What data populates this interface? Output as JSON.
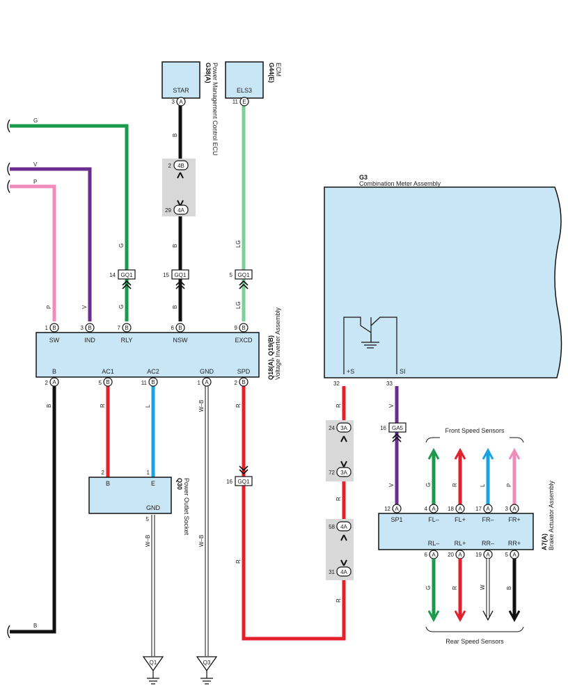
{
  "components": {
    "power_mgmt_ecu": {
      "ref": "G38(A)",
      "name": "Power Management Control ECU",
      "terminal": "STAR",
      "pin": "3",
      "conn": "A"
    },
    "ecm": {
      "ref": "G44(E)",
      "name": "ECM",
      "terminal": "ELS3",
      "pin": "11",
      "conn": "E"
    },
    "combination_meter": {
      "ref": "G3",
      "name": "Combination Meter Assembly",
      "pins": [
        {
          "num": "32",
          "label": "+S"
        },
        {
          "num": "33",
          "label": "SI"
        }
      ]
    },
    "voltage_inverter": {
      "ref": "Q18(A), Q19(B)",
      "name": "Voltage Inverter Assembly",
      "top_pins": [
        {
          "num": "1",
          "conn": "B",
          "label": "SW"
        },
        {
          "num": "3",
          "conn": "B",
          "label": "IND"
        },
        {
          "num": "7",
          "conn": "B",
          "label": "RLY"
        },
        {
          "num": "6",
          "conn": "B",
          "label": "NSW"
        },
        {
          "num": "9",
          "conn": "B",
          "label": "EXCD"
        }
      ],
      "bottom_pins": [
        {
          "num": "2",
          "conn": "A",
          "label": "B"
        },
        {
          "num": "5",
          "conn": "B",
          "label": "AC1"
        },
        {
          "num": "11",
          "conn": "B",
          "label": "AC2"
        },
        {
          "num": "1",
          "conn": "A",
          "label": "GND"
        },
        {
          "num": "2",
          "conn": "B",
          "label": "SPD"
        }
      ]
    },
    "power_outlet": {
      "ref": "Q30",
      "name": "Power Outlet Socket",
      "pins": [
        {
          "num": "2",
          "label": "B"
        },
        {
          "num": "1",
          "label": "E"
        },
        {
          "num": "5",
          "label": "GND"
        }
      ]
    },
    "brake_actuator": {
      "ref": "A7(A)",
      "name": "Brake Actuator Assembly",
      "top_pins": [
        {
          "num": "12",
          "conn": "A",
          "label": "SP1"
        },
        {
          "num": "4",
          "conn": "A",
          "label": "FL–"
        },
        {
          "num": "18",
          "conn": "A",
          "label": "FL+"
        },
        {
          "num": "17",
          "conn": "A",
          "label": "FR–"
        },
        {
          "num": "3",
          "conn": "A",
          "label": "FR+"
        }
      ],
      "bottom_pins": [
        {
          "num": "6",
          "conn": "A",
          "label": "RL–"
        },
        {
          "num": "20",
          "conn": "A",
          "label": "RL+"
        },
        {
          "num": "19",
          "conn": "A",
          "label": "RR–"
        },
        {
          "num": "5",
          "conn": "A",
          "label": "RR+"
        }
      ]
    }
  },
  "junctions": {
    "j4b": {
      "num": "2",
      "tag": "4B"
    },
    "j4a": {
      "num": "29",
      "tag": "4A"
    },
    "j3a_top": {
      "num": "24",
      "tag": "3A"
    },
    "j3a_bot": {
      "num": "72",
      "tag": "3A"
    },
    "j4a_top": {
      "num": "58",
      "tag": "4A"
    },
    "j4a_bot": {
      "num": "31",
      "tag": "4A"
    }
  },
  "connectors": {
    "gq1_g": {
      "num": "14",
      "label": "GQ1"
    },
    "gq1_b": {
      "num": "15",
      "label": "GQ1"
    },
    "gq1_lg": {
      "num": "5",
      "label": "GQ1"
    },
    "gq1_spd": {
      "num": "16",
      "label": "GQ1"
    },
    "ga5": {
      "num": "16",
      "label": "GA5"
    }
  },
  "wire_labels": {
    "g": "G",
    "v": "V",
    "p": "P",
    "b": "B",
    "lg": "LG",
    "r": "R",
    "l": "L",
    "wb": "W–B",
    "w": "W"
  },
  "grounds": [
    "Q1",
    "Q3"
  ],
  "sensor_groups": {
    "front": "Front Speed Sensors",
    "rear": "Rear Speed Sensors"
  },
  "colors": {
    "green": "#1a9a4a",
    "violet": "#6b2c8f",
    "pink": "#f08cbc",
    "black": "#111111",
    "light_green": "#7ccf9a",
    "red": "#e3202c",
    "blue": "#1aa3e0",
    "box_fill": "#c8e6f6"
  }
}
